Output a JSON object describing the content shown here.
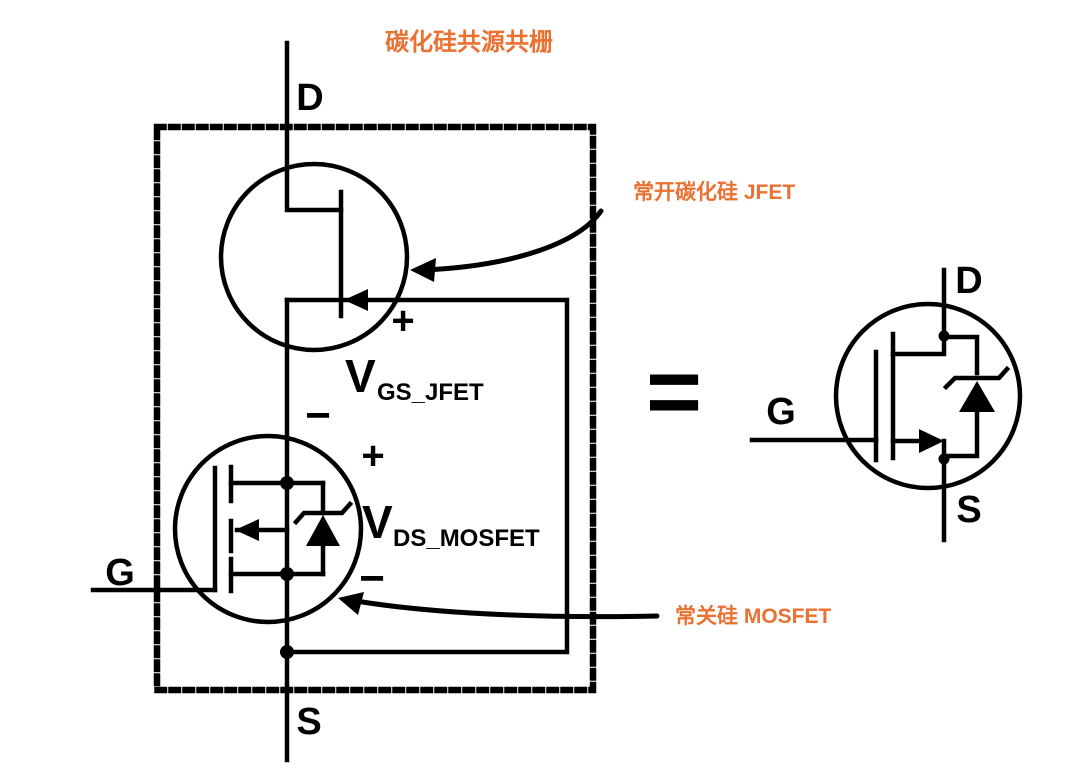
{
  "colors": {
    "ink": "#000000",
    "accent_orange": "#E97132",
    "background": "#FFFFFF"
  },
  "header": {
    "title": "碳化硅共源共栅"
  },
  "cascode_circuit": {
    "drain_label": "D",
    "gate_label": "G",
    "source_label": "S",
    "jfet_callout": "常开碳化硅 JFET",
    "mosfet_callout": "常关硅 MOSFET",
    "vgs_jfet": {
      "base": "V",
      "subscript": "GS_JFET",
      "plus": "+",
      "minus": "−"
    },
    "vds_mosfet": {
      "base": "V",
      "subscript": "DS_MOSFET",
      "plus": "+",
      "minus": "−"
    }
  },
  "equivalence": {
    "equals": "="
  },
  "equivalent_device": {
    "drain_label": "D",
    "gate_label": "G",
    "source_label": "S"
  }
}
